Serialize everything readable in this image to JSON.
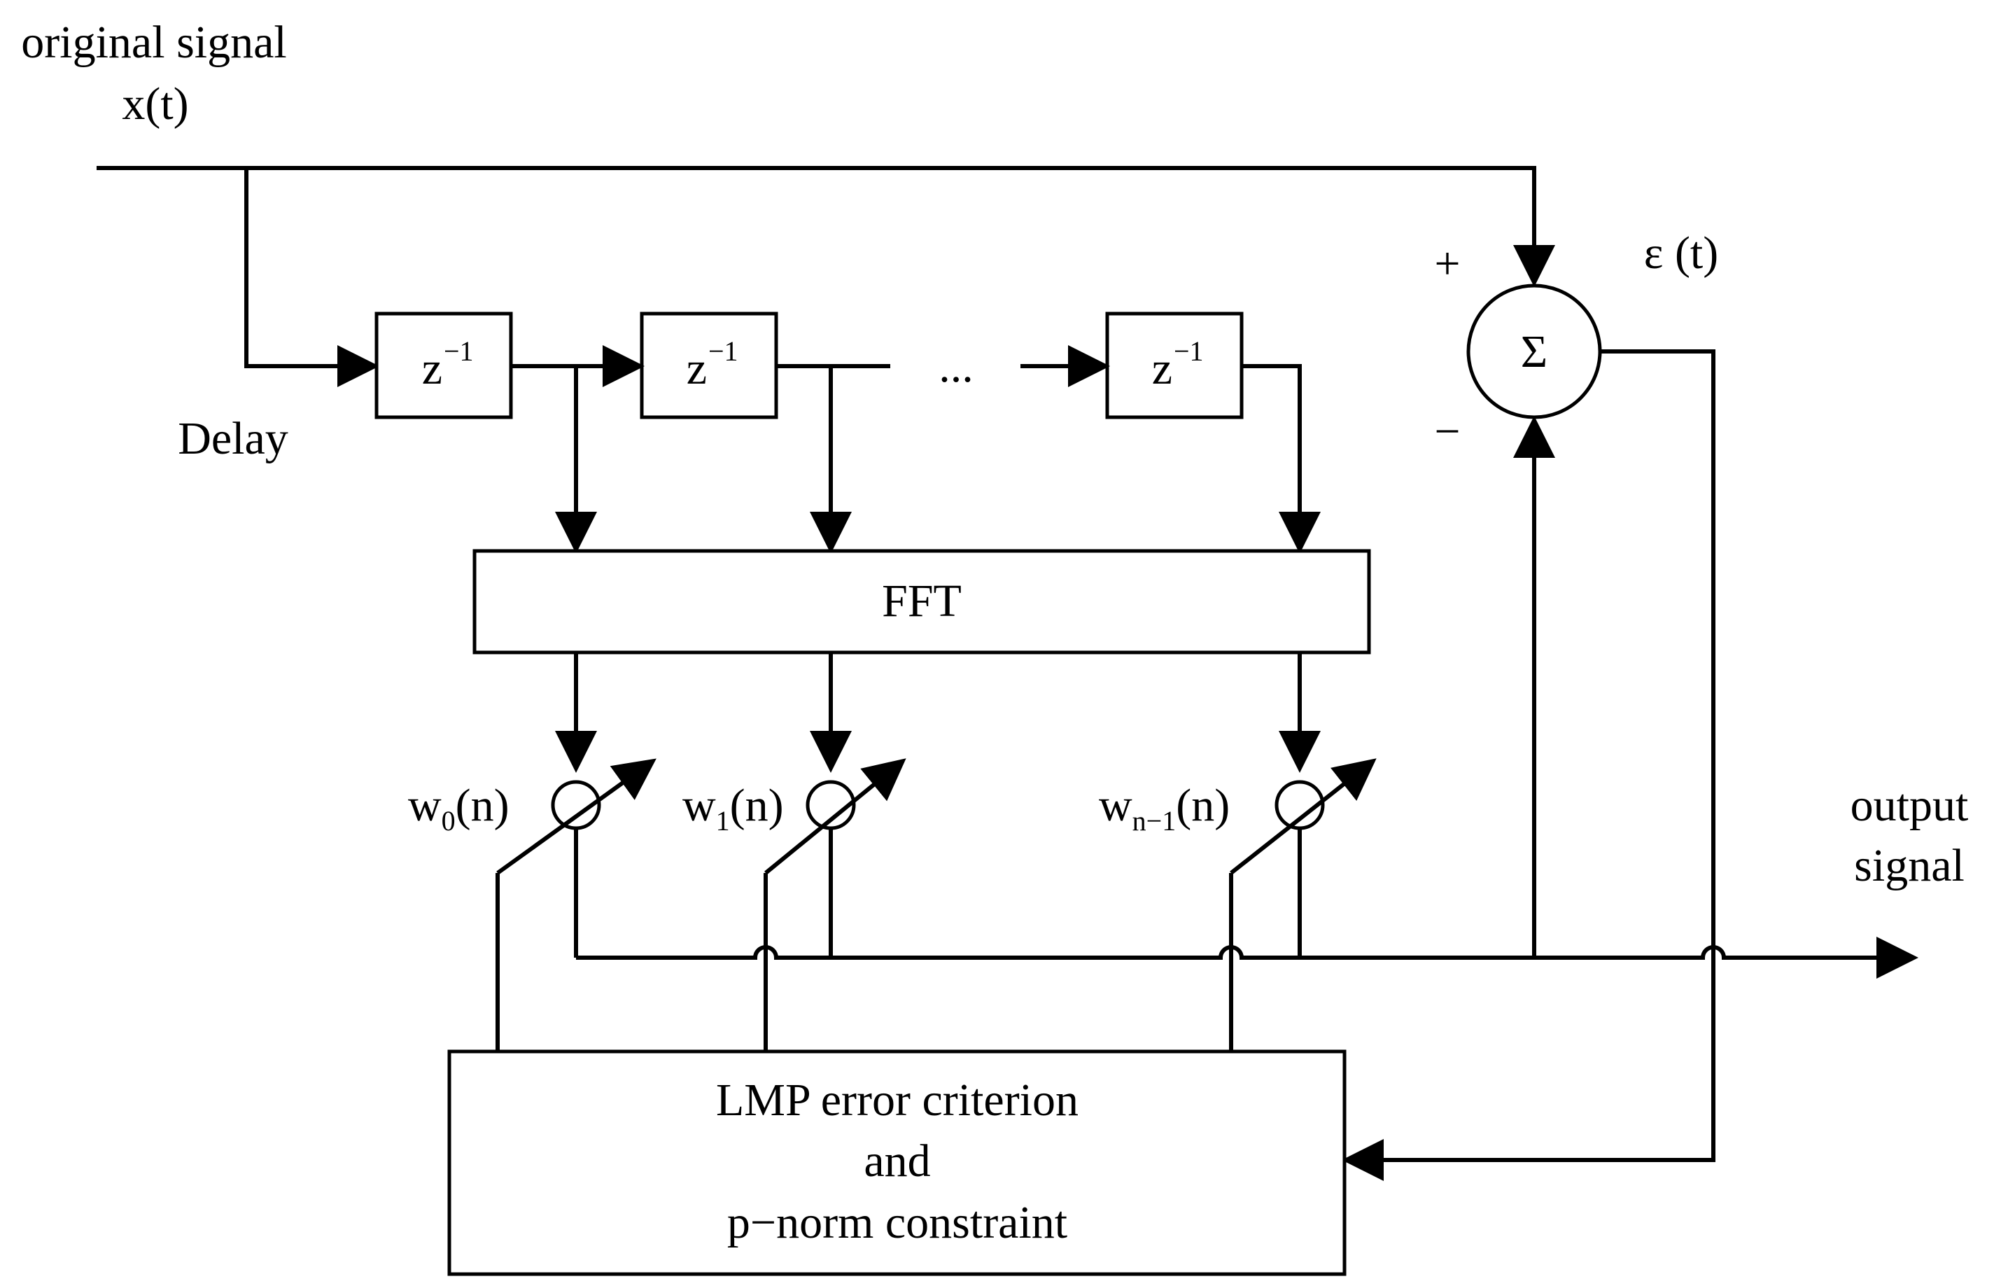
{
  "diagram": {
    "input_label_line1": "original signal",
    "input_label_line2": "x(t)",
    "delay_label": "Delay",
    "delay_blocks": [
      {
        "base": "z",
        "exp": "−1"
      },
      {
        "base": "z",
        "exp": "−1"
      },
      {
        "base": "z",
        "exp": "−1"
      }
    ],
    "ellipsis": "...",
    "fft_label": "FFT",
    "weights": [
      {
        "base": "w",
        "sub": "0",
        "tail": "(n)"
      },
      {
        "base": "w",
        "sub": "1",
        "tail": "(n)"
      },
      {
        "base": "w",
        "sub": "n−1",
        "tail": "(n)"
      }
    ],
    "summer_symbol": "Σ",
    "plus_sign": "+",
    "minus_sign": "−",
    "error_label": "ε (t)",
    "output_label_line1": "output",
    "output_label_line2": "signal",
    "lmp_line1": "LMP error criterion",
    "lmp_line2": "and",
    "lmp_line3": "p−norm constraint"
  }
}
